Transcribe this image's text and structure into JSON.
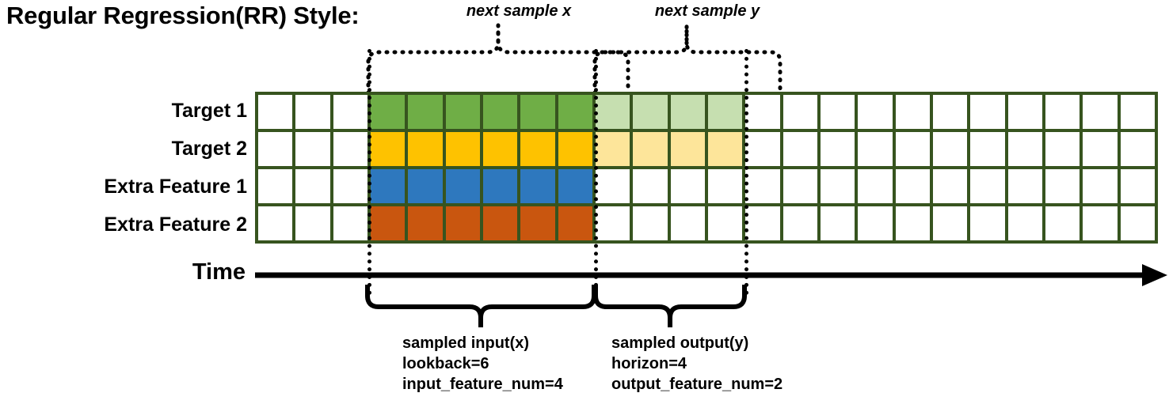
{
  "title": "Regular Regression(RR) Style:",
  "top_braces": [
    {
      "label": "next sample x",
      "name": "next-sample-x"
    },
    {
      "label": "next sample y",
      "name": "next-sample-y"
    }
  ],
  "rows": [
    {
      "label": "Target 1",
      "name": "target-1"
    },
    {
      "label": "Target 2",
      "name": "target-2"
    },
    {
      "label": "Extra Feature 1",
      "name": "extra-feature-1"
    },
    {
      "label": "Extra Feature 2",
      "name": "extra-feature-2"
    }
  ],
  "time_axis": {
    "label": "Time"
  },
  "captions": {
    "input": {
      "line1": "sampled input(x)",
      "line2": "lookback=6",
      "line3": "input_feature_num=4"
    },
    "output": {
      "line1": "sampled output(y)",
      "line2": "horizon=4",
      "line3": "output_feature_num=2"
    }
  },
  "colors": {
    "grid_border": "#37541F",
    "green": "#6FAE46",
    "green_light": "#C6DFB0",
    "amber": "#FEC200",
    "amber_light": "#FDE59A",
    "blue": "#2E78BE",
    "orange": "#C9560F",
    "empty": "#FFFFFF",
    "ink": "#000000"
  },
  "grid": {
    "columns": 24,
    "rows": 4,
    "lookback_start_col": 3,
    "lookback_len": 6,
    "horizon_start_col": 9,
    "horizon_len": 4,
    "cells": [
      [
        "empty",
        "empty",
        "empty",
        "green",
        "green",
        "green",
        "green",
        "green",
        "green",
        "green_light",
        "green_light",
        "green_light",
        "green_light",
        "empty",
        "empty",
        "empty",
        "empty",
        "empty",
        "empty",
        "empty",
        "empty",
        "empty",
        "empty",
        "empty"
      ],
      [
        "empty",
        "empty",
        "empty",
        "amber",
        "amber",
        "amber",
        "amber",
        "amber",
        "amber",
        "amber_light",
        "amber_light",
        "amber_light",
        "amber_light",
        "empty",
        "empty",
        "empty",
        "empty",
        "empty",
        "empty",
        "empty",
        "empty",
        "empty",
        "empty",
        "empty"
      ],
      [
        "empty",
        "empty",
        "empty",
        "blue",
        "blue",
        "blue",
        "blue",
        "blue",
        "blue",
        "empty",
        "empty",
        "empty",
        "empty",
        "empty",
        "empty",
        "empty",
        "empty",
        "empty",
        "empty",
        "empty",
        "empty",
        "empty",
        "empty",
        "empty"
      ],
      [
        "empty",
        "empty",
        "empty",
        "orange",
        "orange",
        "orange",
        "orange",
        "orange",
        "orange",
        "empty",
        "empty",
        "empty",
        "empty",
        "empty",
        "empty",
        "empty",
        "empty",
        "empty",
        "empty",
        "empty",
        "empty",
        "empty",
        "empty",
        "empty"
      ]
    ]
  }
}
